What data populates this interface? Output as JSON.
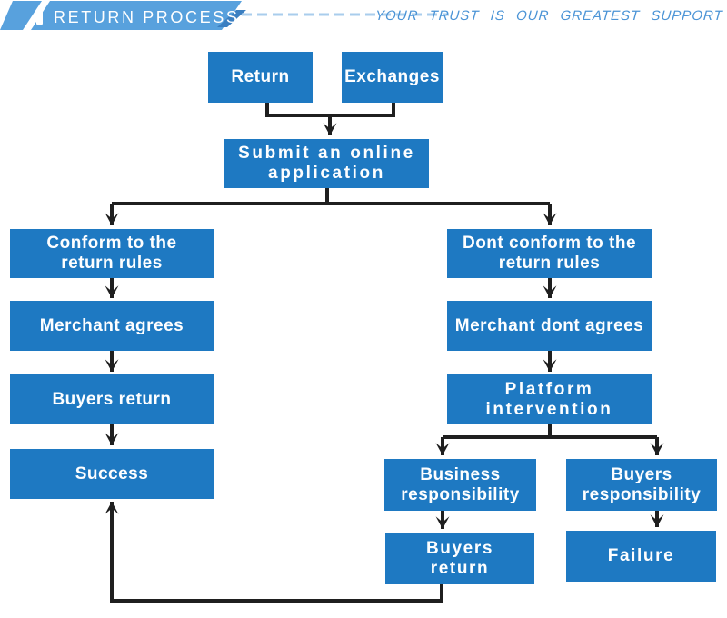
{
  "header": {
    "title": "RETURN PROCESS",
    "slogan": "YOUR TRUST IS OUR GREATEST SUPPORT"
  },
  "colors": {
    "node_blue": "#1e79c2",
    "banner_blue": "#58a1dd",
    "banner_accent_blue": "#3b7fc1",
    "dash_blue": "#a9cdec",
    "slogan_blue": "#4b94d6",
    "connector_dark": "#1f1f1f",
    "text_white": "#ffffff"
  },
  "flow": {
    "nodes": {
      "return": {
        "label": "Return"
      },
      "exchanges": {
        "label": "Exchanges"
      },
      "submit": {
        "label": "Submit an online\napplication"
      },
      "conform": {
        "label": "Conform to the\nreturn rules"
      },
      "merchant_agrees": {
        "label": "Merchant agrees"
      },
      "buyers_return_left": {
        "label": "Buyers return"
      },
      "success": {
        "label": "Success"
      },
      "dont_conform": {
        "label": "Dont conform to the\nreturn rules"
      },
      "merchant_dont_agrees": {
        "label": "Merchant dont agrees"
      },
      "platform": {
        "label": "Platform\nintervention"
      },
      "business_responsibility": {
        "label": "Business\nresponsibility"
      },
      "buyers_responsibility": {
        "label": "Buyers\nresponsibility"
      },
      "buyers_return_right": {
        "label": "Buyers\nreturn"
      },
      "failure": {
        "label": "Failure"
      }
    }
  }
}
